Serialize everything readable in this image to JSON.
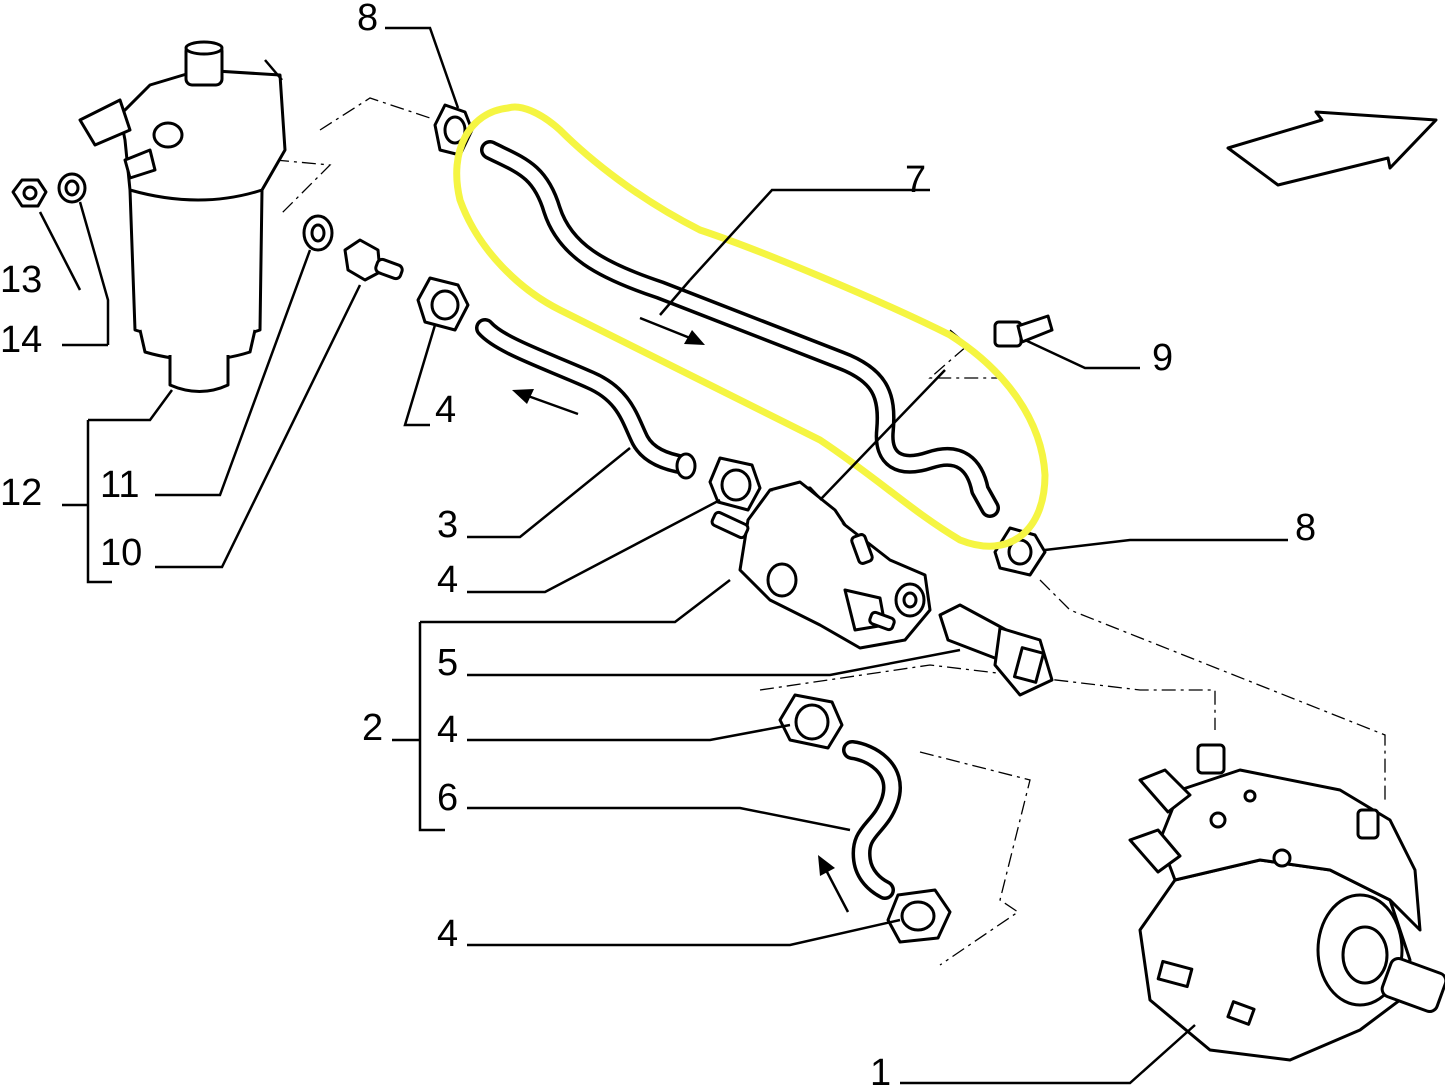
{
  "diagram": {
    "labels": {
      "l8a": "8",
      "l7": "7",
      "l9": "9",
      "l13": "13",
      "l14": "14",
      "l4a": "4",
      "l12": "12",
      "l11": "11",
      "l10": "10",
      "l3": "3",
      "l4b": "4",
      "l8b": "8",
      "l5": "5",
      "l2": "2",
      "l4c": "4",
      "l6": "6",
      "l4d": "4",
      "l1": "1"
    },
    "highlight_color": "#f5f542",
    "line_color": "#000000",
    "background_color": "#ffffff"
  }
}
